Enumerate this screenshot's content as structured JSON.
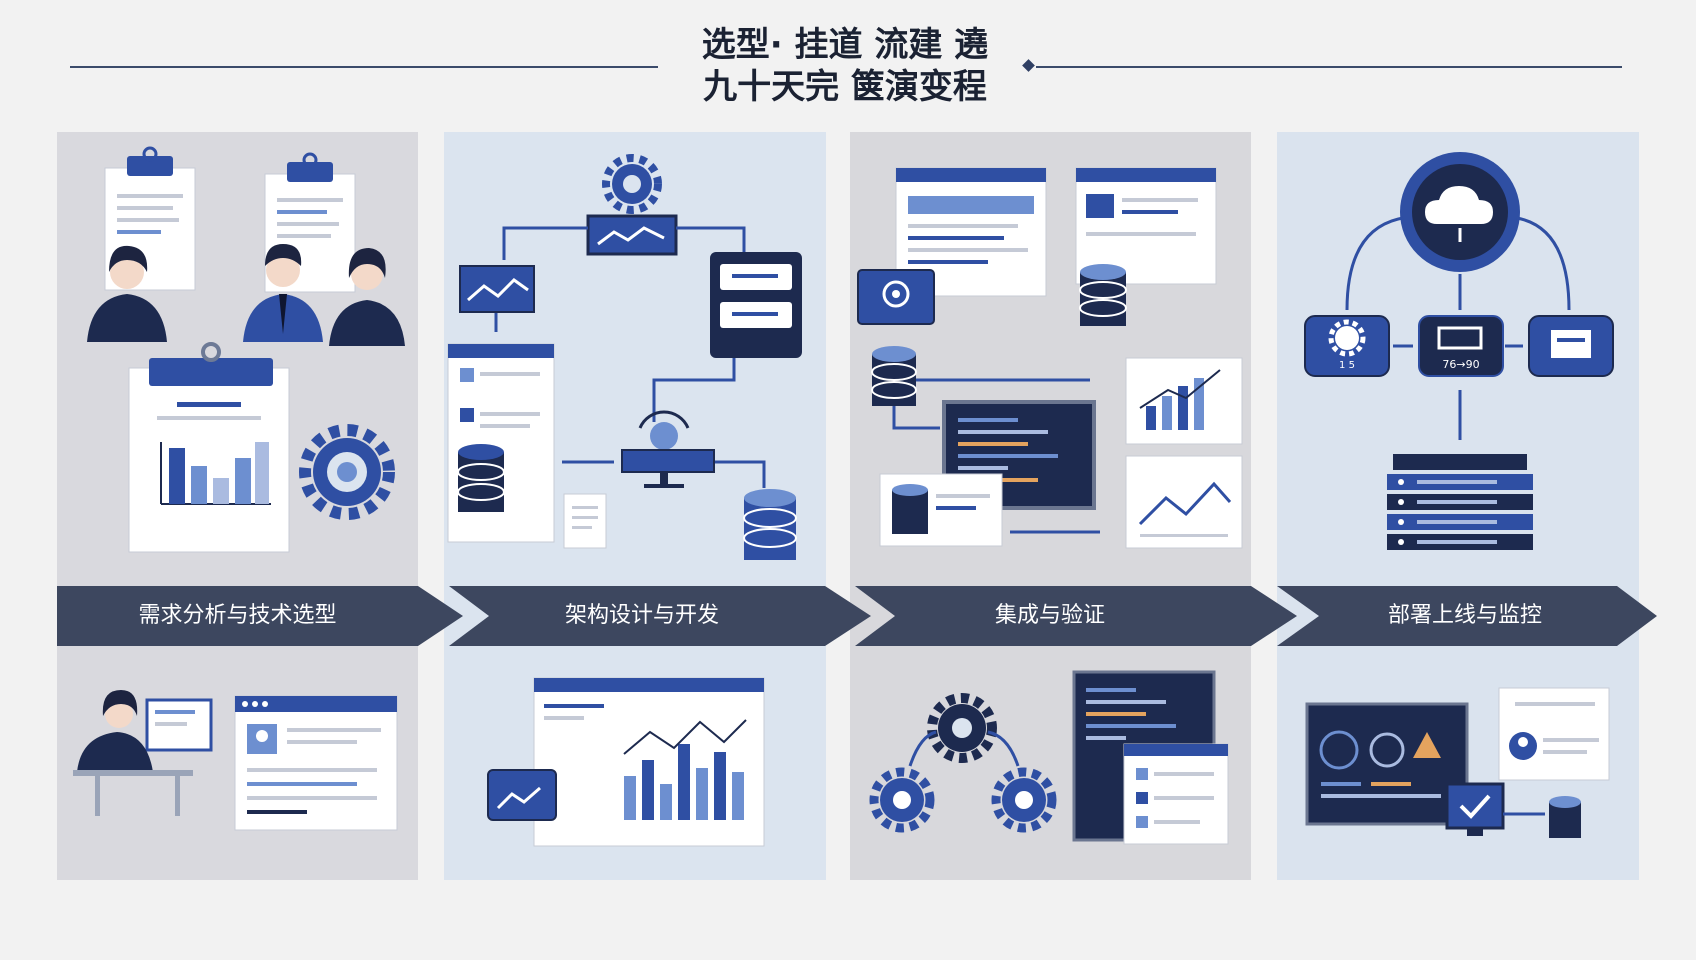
{
  "header": {
    "title_line1": "选型· 挂道 流建 遶",
    "title_line2": "九十天完 箧演变程"
  },
  "stages": [
    {
      "label": "需求分析与技术选型"
    },
    {
      "label": "架构设计与开发"
    },
    {
      "label": "集成与验证"
    },
    {
      "label": "部署上线与监控"
    }
  ],
  "icons": {
    "stage4_node1_text": "1 5",
    "stage4_node2_text": "76→90"
  },
  "colors": {
    "accent": "#2f4fa3",
    "dark": "#1d2a4f",
    "band": "#3d475f",
    "light": "#6d8fd0"
  }
}
